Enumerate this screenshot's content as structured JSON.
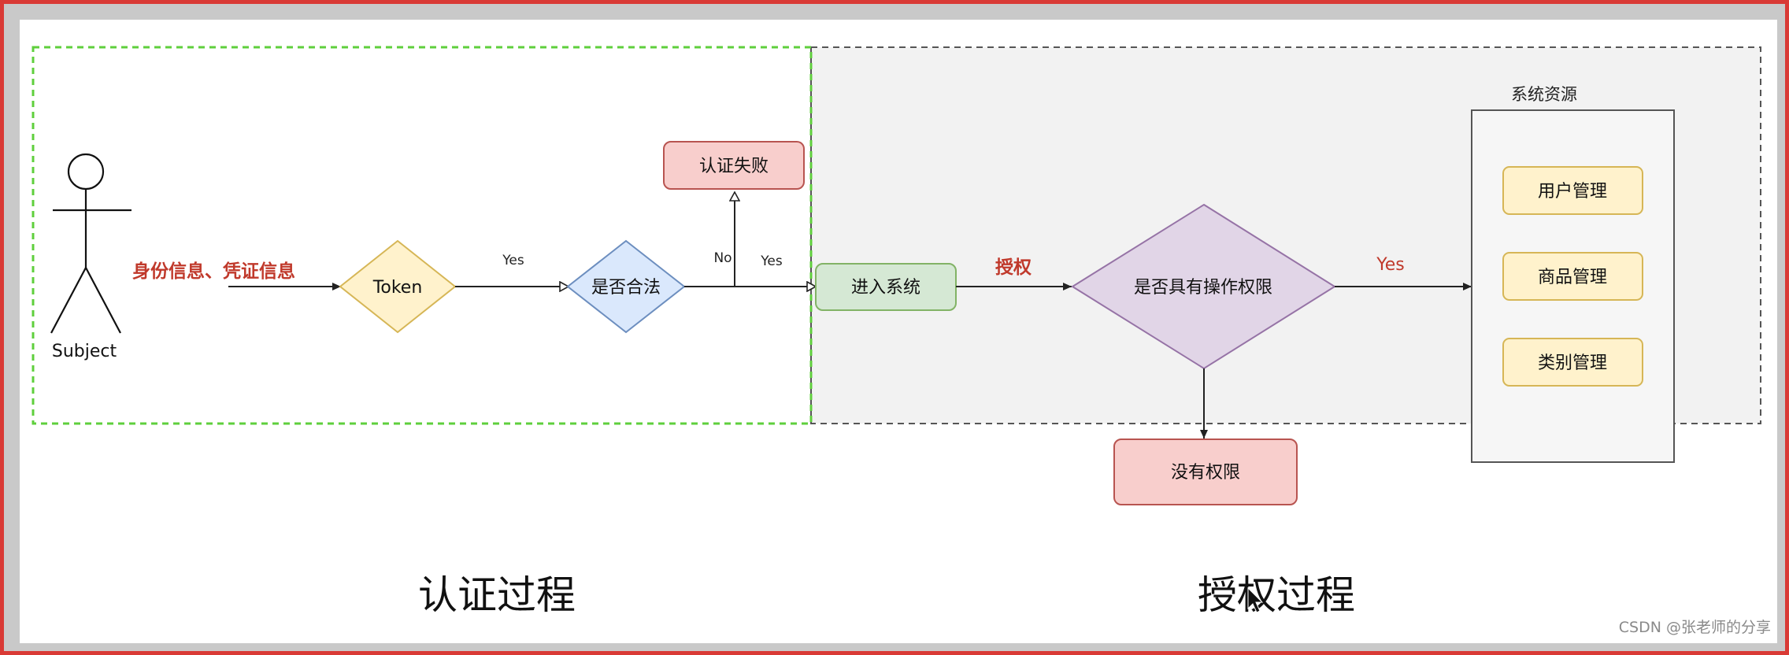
{
  "actor": {
    "label": "Subject"
  },
  "edges": {
    "identity": "身份信息、凭证信息",
    "token_yes": "Yes",
    "legal_no": "No",
    "legal_yes": "Yes",
    "authorize": "授权",
    "perm_yes": "Yes"
  },
  "nodes": {
    "token": "Token",
    "legal": "是否合法",
    "auth_fail": "认证失败",
    "enter": "进入系统",
    "has_perm": "是否具有操作权限",
    "no_perm": "没有权限"
  },
  "resources": {
    "title": "系统资源",
    "items": [
      "用户管理",
      "商品管理",
      "类别管理"
    ]
  },
  "sections": {
    "authentication": "认证过程",
    "authorization": "授权过程"
  },
  "watermark": "CSDN @张老师的分享",
  "colors": {
    "frame": "#d93a35",
    "green_dash": "#5fcf3c",
    "gray_panel": "#f2f2f2",
    "token_fill": "#fff2cc",
    "token_stroke": "#d6b656",
    "legal_fill": "#dae8fc",
    "legal_stroke": "#6c8ebf",
    "red_fill": "#f8cecc",
    "red_stroke": "#b85450",
    "green_fill": "#d5e8d4",
    "green_stroke": "#82b366",
    "purple_fill": "#e1d5e7",
    "purple_stroke": "#9673a6",
    "edge_red_text": "#c0392b"
  }
}
